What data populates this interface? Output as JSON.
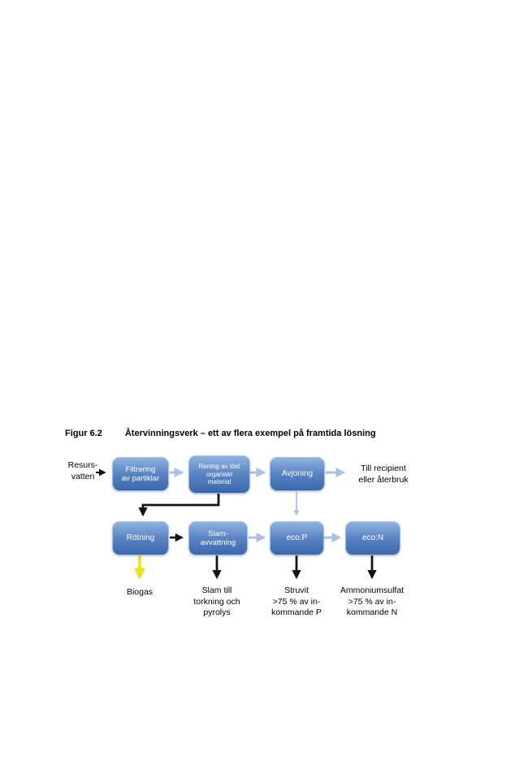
{
  "figure": {
    "label": "Figur 6.2",
    "title": "Återvinningsverk – ett av flera exempel på framtida lösning"
  },
  "flow": {
    "input_label": "Resurs-\nvatten",
    "boxes": {
      "filtrering": "Filtrering\nav partiklar",
      "rening": "Rening av löst\norganiskt\nmaterial",
      "avjoning": "Avjoning",
      "rotning": "Rötning",
      "slam": "Slam-\navvattning",
      "ecop": "eco:P",
      "econ": "eco:N"
    },
    "outputs": {
      "recipient": "Till recipient\neller återbruk",
      "biogas": "Biogas",
      "slam": "Slam till\ntorkning och\npyrolys",
      "struvit": "Struvit\n>75 % av in-\nkommande P",
      "ammonium": "Ammoniumsulfat\n>75 % av in-\nkommande N"
    }
  },
  "colors": {
    "box-top": "#8fb3e0",
    "box-mid": "#5b85c4",
    "box-bottom": "#3a67ad",
    "arrow-black": "#141414",
    "arrow-blue": "#a9c2e2",
    "arrow-yellow": "#f0e114",
    "text": "#000000"
  }
}
